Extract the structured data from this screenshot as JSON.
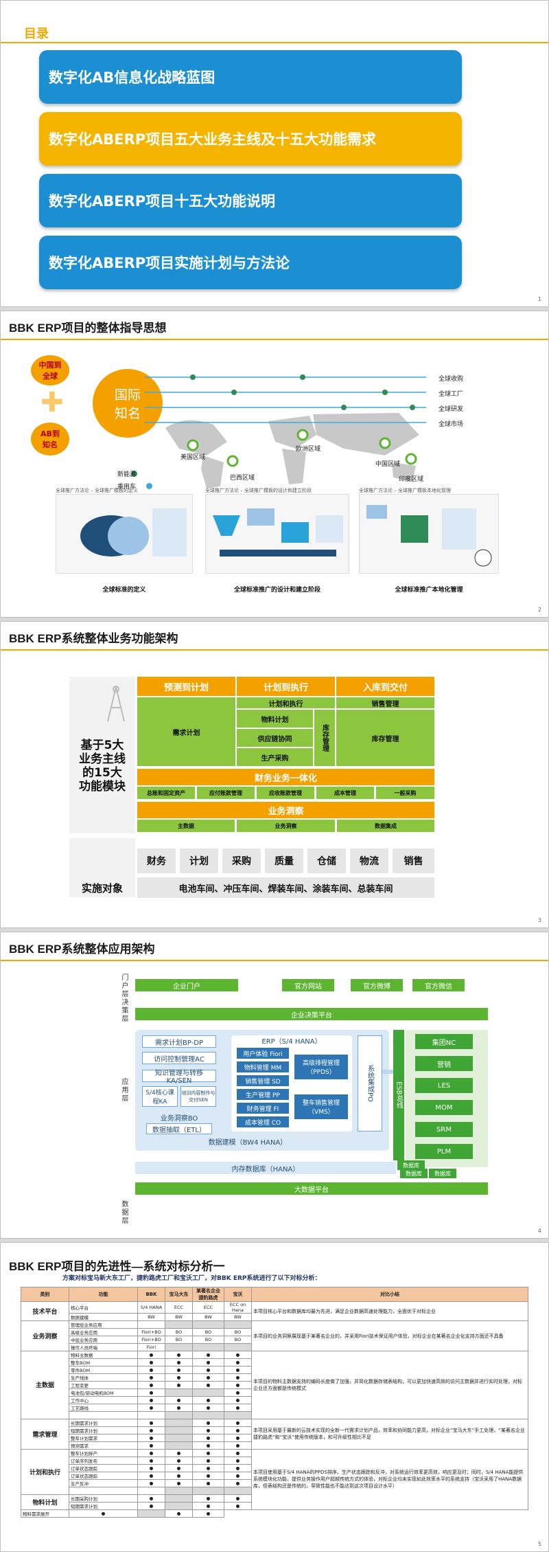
{
  "slide1": {
    "toc_title": "目录",
    "items": [
      "数字化AB信息化战略蓝图",
      "数字化ABERP项目五大业务主线及十五大功能需求",
      "数字化ABERP项目十五大功能说明",
      "数字化ABERP项目实施计划与方法论"
    ],
    "page": "1"
  },
  "slide2": {
    "title": "BBK ERP项目的整体指导思想",
    "left_top": "中国到\n全球",
    "left_bottom": "AB到\n知名",
    "center": "国际\n知名",
    "right_labels": [
      "全球收购",
      "全球工厂",
      "全球研发",
      "全球市场"
    ],
    "regions": [
      "美国区域",
      "巴西区域",
      "欧洲区域",
      "中国区域",
      "印度区域"
    ],
    "legend": [
      "新能源",
      "乘用车"
    ],
    "thumb_titles": [
      "全球推广方法论 – 全球推广模板的定义",
      "全球推广方法论 – 全球推广模板的设计和建立阶段",
      "全球推广方法论 – 全球推广模板本地化管理"
    ],
    "captions": [
      "全球标准的定义",
      "全球标准推广的设计和建立阶段",
      "全球标准推广本地化管理"
    ],
    "page": "2"
  },
  "slide3": {
    "title": "BBK ERP系统整体业务功能架构",
    "left_label": "基于5大\n业务主线\n的15大\n功能模块",
    "heads": [
      "预测到计划",
      "计划到执行",
      "入库到交付"
    ],
    "c1": "需求计划",
    "c2_top": "计划和执行",
    "c2_items": [
      "物料计划",
      "供应链协同",
      "生产采购"
    ],
    "c2_side": "库存管理",
    "c3_top": "销售管理",
    "c3_main": "库存管理",
    "fin_head": "财务业务一体化",
    "fin_items": [
      "总账和固定资产",
      "应付账款管理",
      "应收账款管理",
      "成本管理",
      "一般采购"
    ],
    "bi_head": "业务洞察",
    "bi_items": [
      "主数据",
      "业务洞察",
      "数据集成"
    ],
    "targets": [
      "财务",
      "计划",
      "采购",
      "质量",
      "仓储",
      "物流",
      "销售"
    ],
    "impl_label": "实施对象",
    "workshops": "电池车间、冲压车间、焊装车间、涂装车间、总装车间",
    "page": "3"
  },
  "slide4": {
    "title": "BBK ERP系统整体应用架构",
    "layers": [
      "门户层",
      "决策层",
      "应用层",
      "数据层"
    ],
    "portal": [
      "企业门户",
      "官方网站",
      "官方微博",
      "官方微信"
    ],
    "decision": "企业决策平台",
    "left_modules": [
      "需求计划BP-DP",
      "访问控制管理AC",
      "知识管理与转移KA/SEN",
      "S/4核心课程KA",
      "培训内容制作与交付SEN",
      "业务洞察BO",
      "数据抽取（ETL）"
    ],
    "erp_title": "ERP（S/4 HANA）",
    "erp_modules": [
      "用户体验 Fiori",
      "物料管理 MM",
      "销售管理 SD",
      "生产管理 PP",
      "财务管理 FI",
      "成本管理 CO"
    ],
    "pps": "高级排程管理\n（PPDS）",
    "vms": "整车销售管理\n（VMS）",
    "integration": "系统集成PO",
    "esb": "ESB总线",
    "right_systems": [
      "集团NC",
      "营销",
      "LES",
      "MOM",
      "SRM",
      "PLM"
    ],
    "bw": "数据建模（BW4 HANA）",
    "hana": "内存数据库（HANA）",
    "dbs": [
      "数据库",
      "数据库",
      "数据库"
    ],
    "bigdata": "大数据平台",
    "page": "4"
  },
  "slide5": {
    "title": "BBK ERP项目的先进性—系统对标分析一",
    "subtitle": "方案对标宝马新大东工厂，捷豹路虎工厂和宝沃工厂，对BBK ERP系统进行了以下对标分析：",
    "headers": [
      "类别",
      "功能",
      "BBK",
      "宝马大东",
      "某著名企业捷豹路虎",
      "宝沃",
      "对比小结"
    ],
    "rows": [
      {
        "cat": "技术平台",
        "span": 2,
        "fn": "核心平台",
        "v": [
          "S/4 HANA",
          "ECC",
          "ECC",
          "ECC on Hana"
        ],
        "note": "本项目核心平台和数据库均最为先进，满足企业数据高速处理能力，全面优于对标企业",
        "nspan": 2
      },
      {
        "fn": "数据建模",
        "v": [
          "BW",
          "BW",
          "BW",
          "BW"
        ]
      },
      {
        "cat": "业务洞察",
        "span": 4,
        "fn": "管理层业务应用",
        "v": [
          "",
          "",
          "",
          ""
        ],
        "note": "本项目的业务洞察展现基于某著名企业的，并采用Fiori技术保证用户体验，对标企业在某著名企业化支持方面还不具备",
        "nspan": 4
      },
      {
        "fn": "高级业务应用",
        "v": [
          "Fiori+BO",
          "BO",
          "BO",
          "BO"
        ]
      },
      {
        "fn": "中层业务应用",
        "v": [
          "Fiori+BO",
          "BO",
          "BO",
          "BO"
        ]
      },
      {
        "fn": "操作人员终端",
        "v": [
          "Fiori",
          "",
          "",
          ""
        ]
      },
      {
        "cat": "主数据",
        "span": 9,
        "fn": "物料主数据",
        "v": [
          "●",
          "●",
          "●",
          "●"
        ],
        "note": "本项目的物料主数据支持的编码长度做了加强，并简化数据存储表结构，可以更加快速高效的访问主数据并进行实时处理，对标企业还方面都是传统模式",
        "nspan": 9
      },
      {
        "fn": "整车BOM",
        "v": [
          "●",
          "●",
          "●",
          "●"
        ]
      },
      {
        "fn": "零件BOM",
        "v": [
          "●",
          "●",
          "●",
          "●"
        ]
      },
      {
        "fn": "生产线体",
        "v": [
          "●",
          "●",
          "●",
          "●"
        ]
      },
      {
        "fn": "工程变更",
        "v": [
          "●",
          "●",
          "●",
          "●"
        ]
      },
      {
        "fn": "电池包/驱动电机BOM",
        "v": [
          "●",
          "",
          "",
          "●"
        ]
      },
      {
        "fn": "工作中心",
        "v": [
          "●",
          "●",
          "●",
          "●"
        ]
      },
      {
        "fn": "工艺路线",
        "v": [
          "●",
          "●",
          "●",
          "●"
        ]
      },
      {
        "fn": "",
        "v": [
          "",
          "",
          "",
          ""
        ]
      },
      {
        "cat": "需求管理",
        "span": 4,
        "fn": "长期需求计划",
        "v": [
          "●",
          "",
          "●",
          "●"
        ],
        "note": "本项目采用基于最新的云技术实现的全新一代需求计划产品，效率和协同能力更高，对标企业“宝马大东”手工处理，“某著名企业捷豹路虎”和“宝沃”使用传统版本，和可升级性相比不足",
        "nspan": 4
      },
      {
        "fn": "短期需求计划",
        "v": [
          "●",
          "",
          "●",
          "●"
        ]
      },
      {
        "fn": "整车计划需求",
        "v": [
          "●",
          "",
          "●",
          "●"
        ]
      },
      {
        "fn": "预测需求",
        "v": [
          "●",
          "",
          "●",
          "●"
        ]
      },
      {
        "cat": "计划和执行",
        "span": 6,
        "fn": "整车计划排产",
        "v": [
          "●",
          "●",
          "●",
          "●"
        ],
        "note": "本项目使用基于S/4 HANA的PPDS排序、生产状态跟踪和反冲，对系统运行效率更高效，响应更及时；同时，S/4 HANA能提供系统模块化功能，提供业务操作用户超越传统方式的体验，对标企业均未实现如此效率水平的系统支持（宝沃采用了HANA数据库，但表结构还是传统的，导致性能也不能达到这次项目设计水平）",
        "nspan": 8
      },
      {
        "fn": "订单序列发布",
        "v": [
          "●",
          "●",
          "●",
          "●"
        ]
      },
      {
        "fn": "订单状态跟踪",
        "v": [
          "●",
          "●",
          "●",
          "●"
        ]
      },
      {
        "fn": "订单状态跟踪",
        "v": [
          "●",
          "●",
          "●",
          "●"
        ]
      },
      {
        "fn": "生产反冲",
        "v": [
          "●",
          "●",
          "●",
          "●"
        ]
      },
      {
        "fn": "",
        "v": [
          "",
          "",
          "",
          ""
        ]
      },
      {
        "cat": "物料计划",
        "span": 2,
        "fn": "长期采购计划",
        "v": [
          "●",
          "",
          "●",
          "●"
        ]
      },
      {
        "fn": "短期需求计划",
        "v": [
          "●",
          "",
          "●",
          "●"
        ]
      },
      {
        "fn": "物料需求展开",
        "v": [
          "●",
          "",
          "●",
          "●"
        ]
      }
    ],
    "page": "5"
  }
}
